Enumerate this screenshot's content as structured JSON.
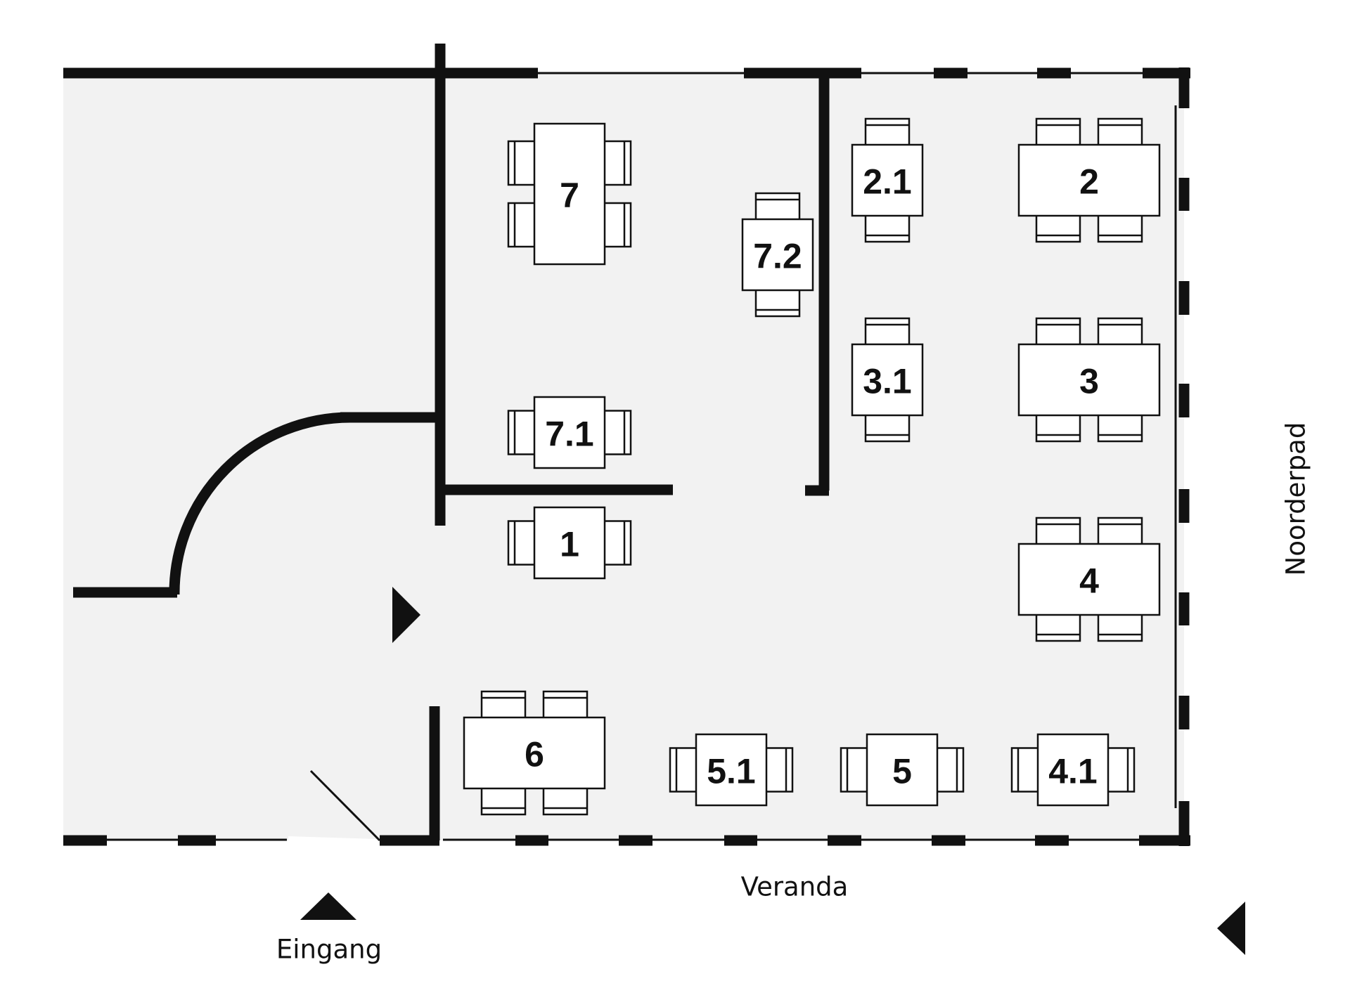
{
  "floor_plan": {
    "labels": {
      "veranda": "Veranda",
      "entrance": "Eingang",
      "path": "Noorderpad"
    },
    "tables": [
      {
        "id": "7",
        "label": "7"
      },
      {
        "id": "7.2",
        "label": "7.2"
      },
      {
        "id": "7.1",
        "label": "7.1"
      },
      {
        "id": "1",
        "label": "1"
      },
      {
        "id": "2.1",
        "label": "2.1"
      },
      {
        "id": "2",
        "label": "2"
      },
      {
        "id": "3.1",
        "label": "3.1"
      },
      {
        "id": "3",
        "label": "3"
      },
      {
        "id": "4",
        "label": "4"
      },
      {
        "id": "6",
        "label": "6"
      },
      {
        "id": "5.1",
        "label": "5.1"
      },
      {
        "id": "5",
        "label": "5"
      },
      {
        "id": "4.1",
        "label": "4.1"
      }
    ],
    "colors": {
      "floor": "#f2f2f2",
      "wall": "#111111",
      "furniture": "#ffffff"
    }
  }
}
